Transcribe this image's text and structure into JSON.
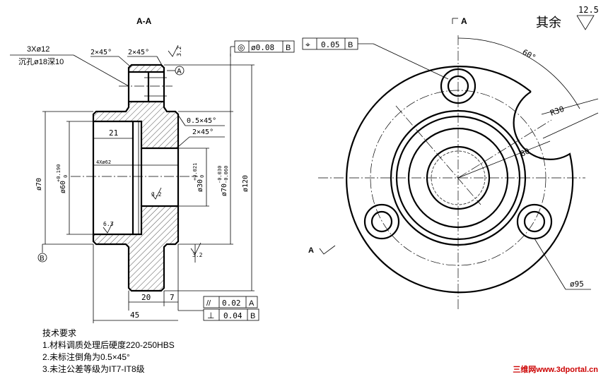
{
  "section_label": "A-A",
  "view_label": "A",
  "arrow_label": "A",
  "roughness_other": {
    "prefix": "其余",
    "value": "12.5"
  },
  "hole_note": {
    "line1": "3Xø12",
    "line2": "沉孔ø18深10"
  },
  "chamfers": {
    "c1": "2×45°",
    "c2": "2×45°",
    "c3": "0.5×45°",
    "c4": "2×45°"
  },
  "datums": {
    "a": "A",
    "b": "B"
  },
  "fcf_top_left": {
    "symbol": "◎",
    "value": "ø0.08",
    "datum": "B"
  },
  "fcf_top_right": {
    "symbol": "⌖",
    "value": "0.05",
    "datum": "B"
  },
  "fcf_bottom": [
    {
      "symbol": "//",
      "value": "0.02",
      "datum": "A"
    },
    {
      "symbol": "⊥",
      "value": "0.04",
      "datum": "B"
    }
  ],
  "dims": {
    "d70": "ø70",
    "d60": "ø60",
    "d60_tol": "+0.190",
    "d60_tol2": "0",
    "d30": "ø30",
    "d30_tol": "+0.021",
    "d30_tol2": "0",
    "d70b": "ø70",
    "d70b_tol": "-0.030",
    "d70b_tol2": "-0.060",
    "d120": "ø120",
    "len21": "21",
    "len20": "20",
    "len7": "7",
    "len45": "45",
    "keyway": "4Xø62",
    "ra32a": "3.2",
    "ra32b": "3.2",
    "ra63": "6.3",
    "ra32c": "3.2",
    "angle60": "60°",
    "r30": "R30",
    "r80": "80",
    "d95": "ø95"
  },
  "tech_notes": {
    "title": "技术要求",
    "items": [
      "1.材料调质处理后硬度220-250HBS",
      "2.未标注倒角为0.5×45°",
      "3.未注公差等级为IT7-IT8级"
    ]
  },
  "watermark": "三维网www.3dportal.cn"
}
